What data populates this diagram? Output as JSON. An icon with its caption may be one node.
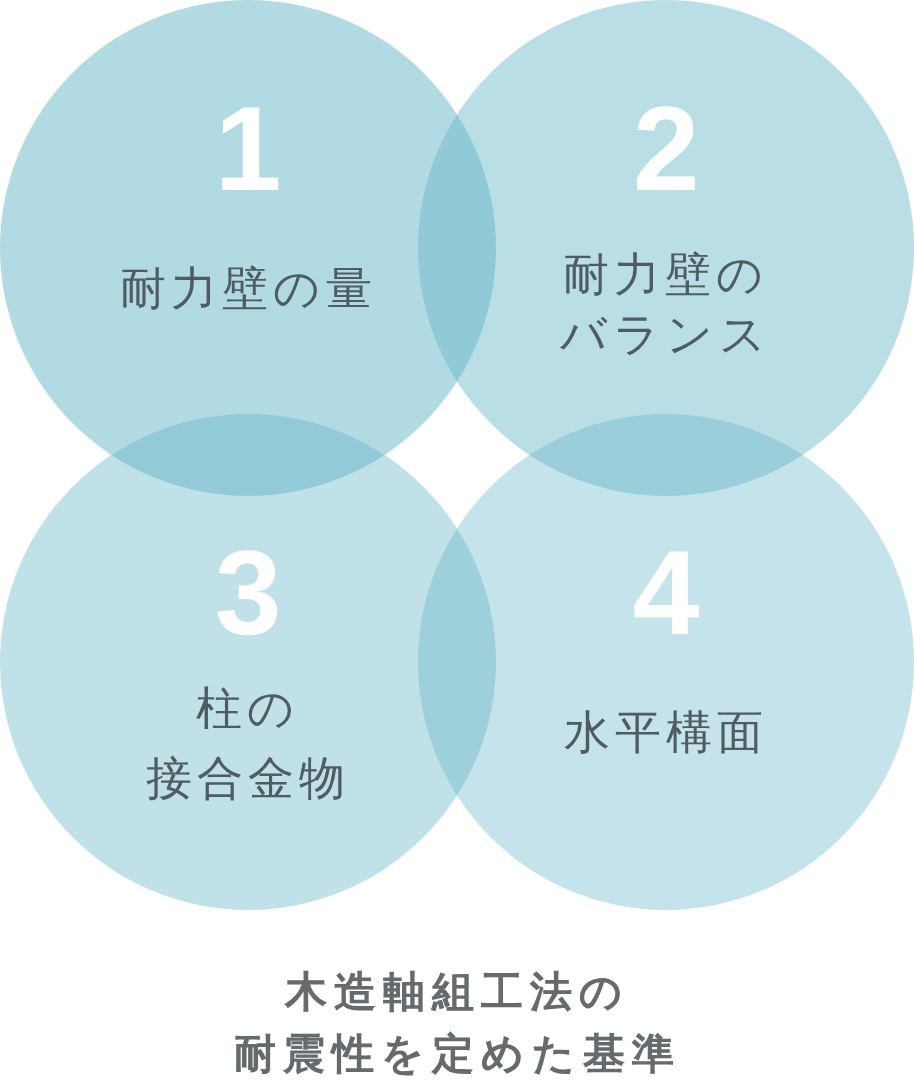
{
  "diagram": {
    "caption": "木造軸組工法の耐震性を定めた基準",
    "nodes": [
      {
        "text": [
          "1",
          "耐力壁の量"
        ]
      },
      {
        "text": [
          "2",
          "耐力壁のバランス"
        ]
      },
      {
        "text": [
          "3",
          "柱の接合金物"
        ]
      },
      {
        "text": [
          "4",
          "水平構面"
        ]
      }
    ]
  }
}
